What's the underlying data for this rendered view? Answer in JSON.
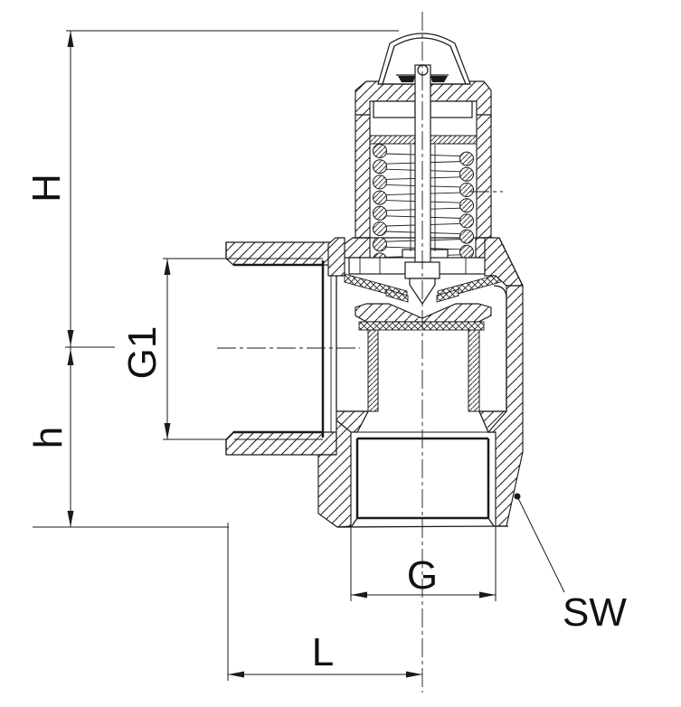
{
  "labels": {
    "height_total": "H",
    "height_lower": "h",
    "side_port_thread": "G1",
    "bottom_port_thread": "G",
    "length": "L",
    "wrench_size": "SW"
  },
  "colors": {
    "line": "#1a1a1a",
    "background": "#ffffff"
  }
}
